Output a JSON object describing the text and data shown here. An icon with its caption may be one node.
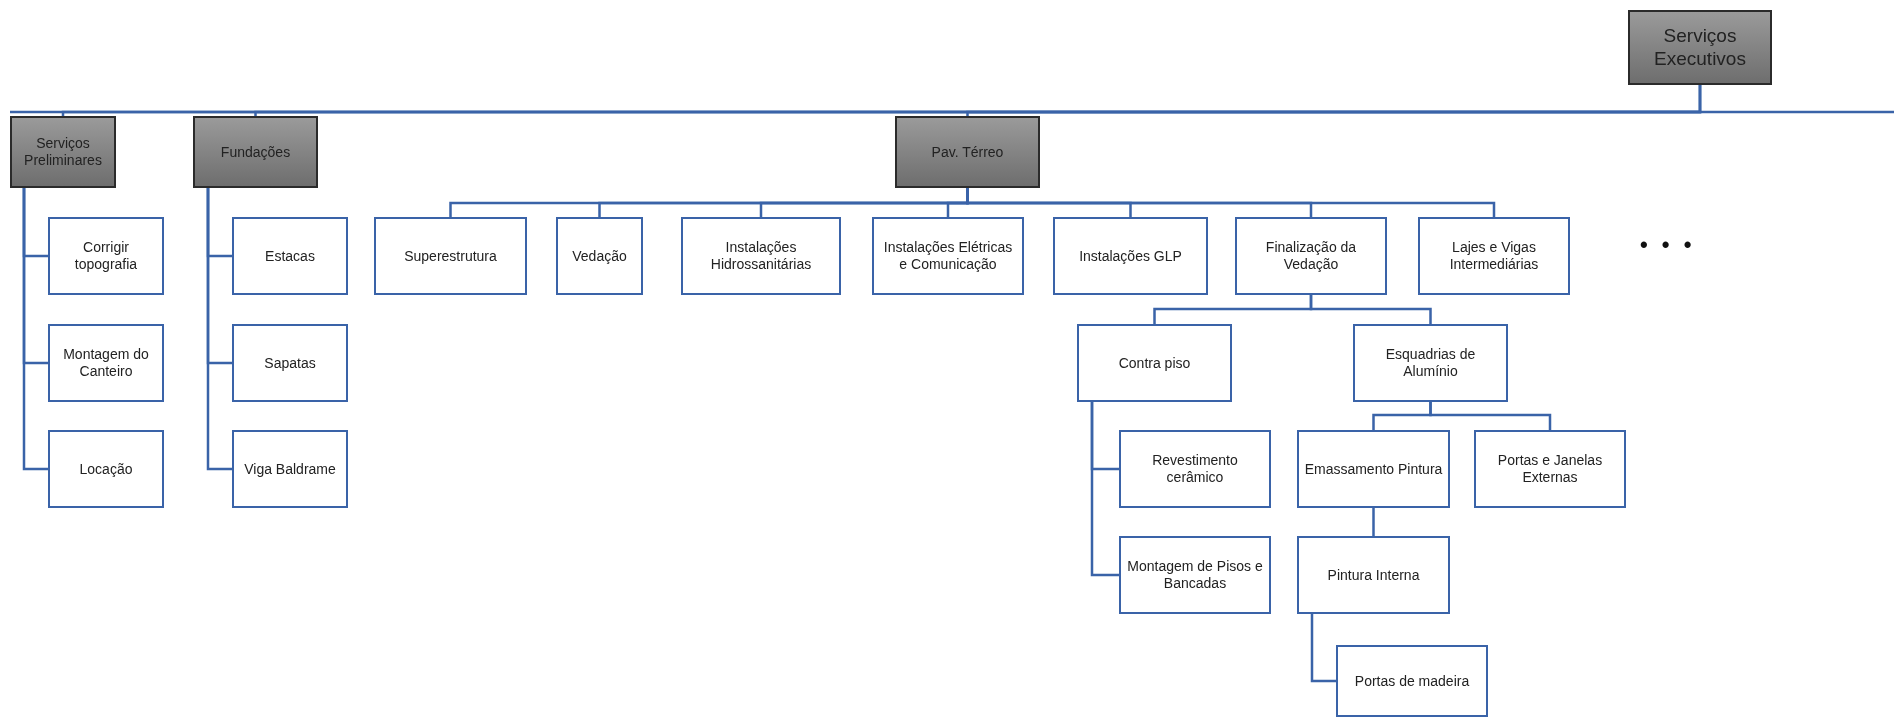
{
  "diagram": {
    "nodes": [
      {
        "text": [
          "Serviços Executivos"
        ]
      },
      {
        "text": [
          "Serviços Preliminares"
        ]
      },
      {
        "text": [
          "Fundações"
        ]
      },
      {
        "text": [
          "Pav. Térreo"
        ]
      },
      {
        "text": [
          "Corrigir topografia"
        ]
      },
      {
        "text": [
          "Montagem do Canteiro"
        ]
      },
      {
        "text": [
          "Locação"
        ]
      },
      {
        "text": [
          "Estacas"
        ]
      },
      {
        "text": [
          "Sapatas"
        ]
      },
      {
        "text": [
          "Viga Baldrame"
        ]
      },
      {
        "text": [
          "Superestrutura"
        ]
      },
      {
        "text": [
          "Vedação"
        ]
      },
      {
        "text": [
          "Instalações Hidrossanitárias"
        ]
      },
      {
        "text": [
          "Instalações Elétricas e Comunicação"
        ]
      },
      {
        "text": [
          "Instalações GLP"
        ]
      },
      {
        "text": [
          "Finalização da Vedação"
        ]
      },
      {
        "text": [
          "Lajes e Vigas Intermediárias"
        ]
      },
      {
        "text": [
          "Contra piso"
        ]
      },
      {
        "text": [
          "Esquadrias de Alumínio"
        ]
      },
      {
        "text": [
          "Revestimento cerâmico"
        ]
      },
      {
        "text": [
          "Montagem de Pisos e Bancadas"
        ]
      },
      {
        "text": [
          "Emassamento Pintura"
        ]
      },
      {
        "text": [
          "Portas e Janelas Externas"
        ]
      },
      {
        "text": [
          "Pintura Interna"
        ]
      },
      {
        "text": [
          "Portas de madeira"
        ]
      }
    ],
    "edges": [
      {
        "from": 0,
        "to": 1,
        "arrow": "none"
      },
      {
        "from": 0,
        "to": 2,
        "arrow": "none"
      },
      {
        "from": 0,
        "to": 3,
        "arrow": "none"
      },
      {
        "from": 1,
        "to": 4,
        "arrow": "none"
      },
      {
        "from": 1,
        "to": 5,
        "arrow": "none"
      },
      {
        "from": 1,
        "to": 6,
        "arrow": "none"
      },
      {
        "from": 2,
        "to": 7,
        "arrow": "none"
      },
      {
        "from": 2,
        "to": 8,
        "arrow": "none"
      },
      {
        "from": 2,
        "to": 9,
        "arrow": "none"
      },
      {
        "from": 3,
        "to": 10,
        "arrow": "none"
      },
      {
        "from": 3,
        "to": 11,
        "arrow": "none"
      },
      {
        "from": 3,
        "to": 12,
        "arrow": "none"
      },
      {
        "from": 3,
        "to": 13,
        "arrow": "none"
      },
      {
        "from": 3,
        "to": 14,
        "arrow": "none"
      },
      {
        "from": 3,
        "to": 15,
        "arrow": "none"
      },
      {
        "from": 3,
        "to": 16,
        "arrow": "none"
      },
      {
        "from": 15,
        "to": 17,
        "arrow": "none"
      },
      {
        "from": 15,
        "to": 18,
        "arrow": "none"
      },
      {
        "from": 17,
        "to": 19,
        "arrow": "none"
      },
      {
        "from": 17,
        "to": 20,
        "arrow": "none"
      },
      {
        "from": 18,
        "to": 21,
        "arrow": "none"
      },
      {
        "from": 18,
        "to": 22,
        "arrow": "none"
      },
      {
        "from": 21,
        "to": 23,
        "arrow": "none"
      },
      {
        "from": 23,
        "to": 24,
        "arrow": "none"
      }
    ],
    "labels": [
      "• • •"
    ]
  }
}
